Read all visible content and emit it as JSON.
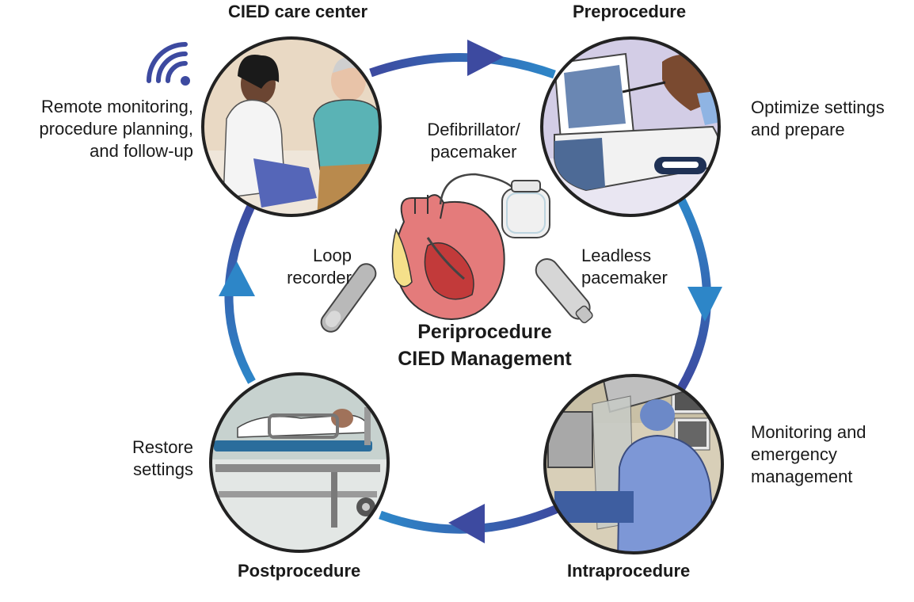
{
  "center": {
    "line1": "Periprocedure",
    "line2": "CIED Management"
  },
  "stages": {
    "cied_care_center": {
      "title": "CIED care center",
      "description": [
        "Remote monitoring,",
        "procedure planning,",
        "and follow-up"
      ]
    },
    "preprocedure": {
      "title": "Preprocedure",
      "description": [
        "Optimize settings",
        "and prepare"
      ]
    },
    "intraprocedure": {
      "title": "Intraprocedure",
      "description": [
        "Monitoring and",
        "emergency",
        "management"
      ]
    },
    "postprocedure": {
      "title": "Postprocedure",
      "description": [
        "Restore",
        "settings"
      ]
    }
  },
  "devices": {
    "defibrillator": [
      "Defibrillator/",
      "pacemaker"
    ],
    "loop_recorder": [
      "Loop",
      "recorder"
    ],
    "leadless_pacemaker": [
      "Leadless",
      "pacemaker"
    ]
  },
  "icons": {
    "wireless": "wifi-signal-icon",
    "heart": "heart-illustration",
    "cycle": "cycle-arrows"
  },
  "colors": {
    "arrow_dark": "#3d4aa0",
    "arrow_light": "#2d86c8",
    "wifi": "#3d4aa0",
    "heart": "#e47b7b",
    "heart_dark": "#c23a3a"
  }
}
